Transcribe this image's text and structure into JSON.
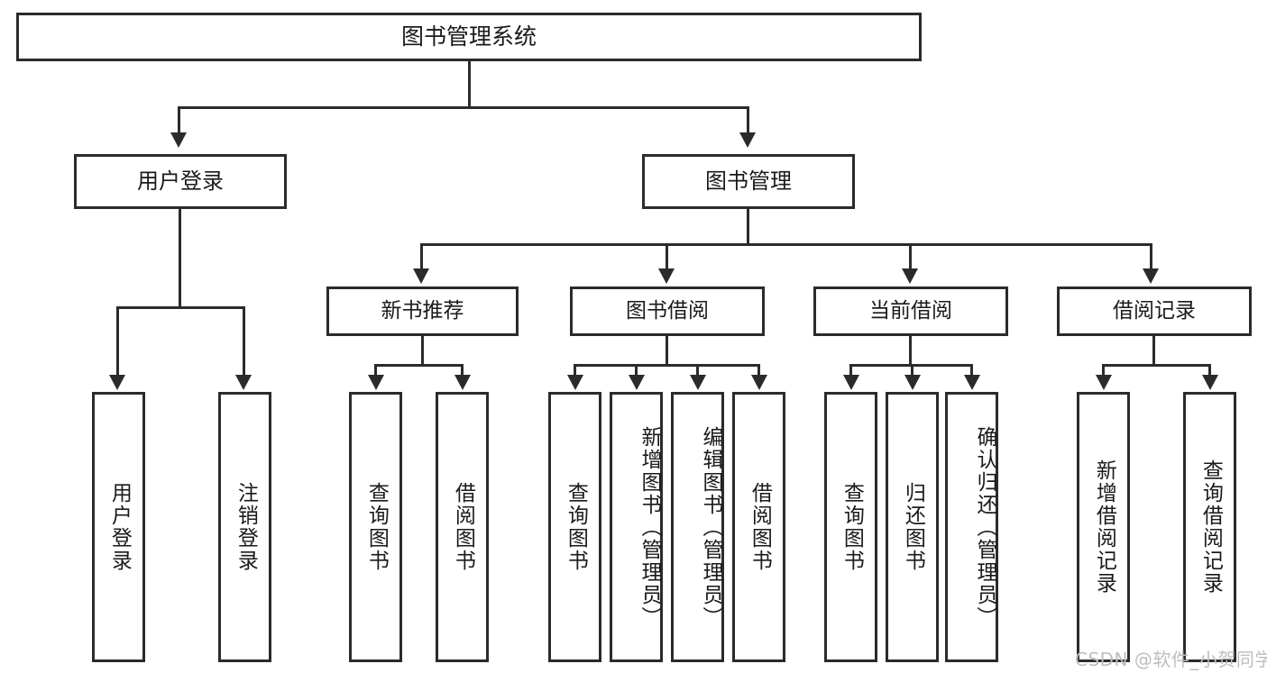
{
  "diagram": {
    "title": "图书管理系统",
    "type": "tree",
    "root": {
      "id": "root",
      "label": "图书管理系统"
    },
    "level2": [
      {
        "id": "user-login",
        "label": "用户登录"
      },
      {
        "id": "book-management",
        "label": "图书管理"
      }
    ],
    "level3": [
      {
        "id": "new-book-recommend",
        "label": "新书推荐"
      },
      {
        "id": "book-borrow",
        "label": "图书借阅"
      },
      {
        "id": "current-borrow",
        "label": "当前借阅"
      },
      {
        "id": "borrow-record",
        "label": "借阅记录"
      }
    ],
    "leaves": [
      {
        "id": "leaf-user-login",
        "label": "用户登录",
        "parent": "user-login"
      },
      {
        "id": "leaf-user-logout",
        "label": "注销登录",
        "parent": "user-login"
      },
      {
        "id": "leaf-query-book-1",
        "label": "查询图书",
        "parent": "new-book-recommend"
      },
      {
        "id": "leaf-borrow-book-1",
        "label": "借阅图书",
        "parent": "new-book-recommend"
      },
      {
        "id": "leaf-query-book-2",
        "label": "查询图书",
        "parent": "book-borrow"
      },
      {
        "id": "leaf-add-book",
        "label": "新增图书（管理员）",
        "parent": "book-borrow"
      },
      {
        "id": "leaf-edit-book",
        "label": "编辑图书（管理员）",
        "parent": "book-borrow"
      },
      {
        "id": "leaf-borrow-book-2",
        "label": "借阅图书",
        "parent": "book-borrow"
      },
      {
        "id": "leaf-query-book-3",
        "label": "查询图书",
        "parent": "current-borrow"
      },
      {
        "id": "leaf-return-book",
        "label": "归还图书",
        "parent": "current-borrow"
      },
      {
        "id": "leaf-confirm-return",
        "label": "确认归还（管理员）",
        "parent": "current-borrow"
      },
      {
        "id": "leaf-add-record",
        "label": "新增借阅记录",
        "parent": "borrow-record"
      },
      {
        "id": "leaf-query-record",
        "label": "查询借阅记录",
        "parent": "borrow-record"
      }
    ]
  },
  "watermark": {
    "text": "CSDN @软件_小贺同学"
  },
  "colors": {
    "line": "#2b2b2b",
    "box_border": "#2b2b2b",
    "box_fill": "#ffffff",
    "text": "#1a1a1a",
    "watermark": "#bdbdbd",
    "background": "#ffffff"
  }
}
